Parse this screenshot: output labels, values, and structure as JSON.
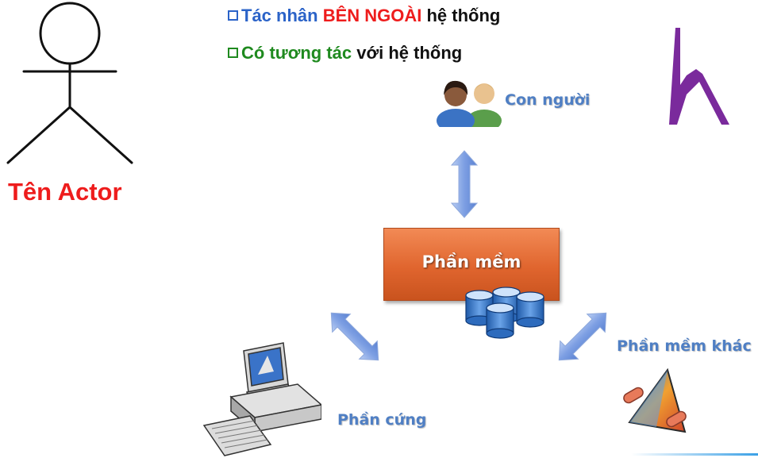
{
  "bullets": [
    {
      "pre": "Tác nhân ",
      "highlight": "BÊN NGOÀI",
      "post": " hệ thống",
      "box_color": "#2b63c8",
      "pre_color": "#2b63c8",
      "highlight_color": "#ee1c1c",
      "post_color": "#111111"
    },
    {
      "pre": "",
      "highlight": "Có tương tác",
      "post": " với hệ thống",
      "box_color": "#1f8a1f",
      "pre_color": "#1f8a1f",
      "highlight_color": "#1f8a1f",
      "post_color": "#111111"
    }
  ],
  "actor": {
    "name": "Tên Actor"
  },
  "diagram": {
    "center": "Phần mềm",
    "people": "Con người",
    "other_software": "Phần mềm khác",
    "hardware": "Phần cứng"
  },
  "icons": [
    "stick-figure-icon",
    "people-icon",
    "database-icon",
    "computer-icon",
    "software-component-icon",
    "logo-h-icon"
  ],
  "colors": {
    "accent_blue": "#4f7fc4",
    "accent_red": "#ee1c1c",
    "accent_green": "#1f8a1f",
    "core_orange": "#e0652e",
    "logo_purple": "#7a2a9c"
  }
}
